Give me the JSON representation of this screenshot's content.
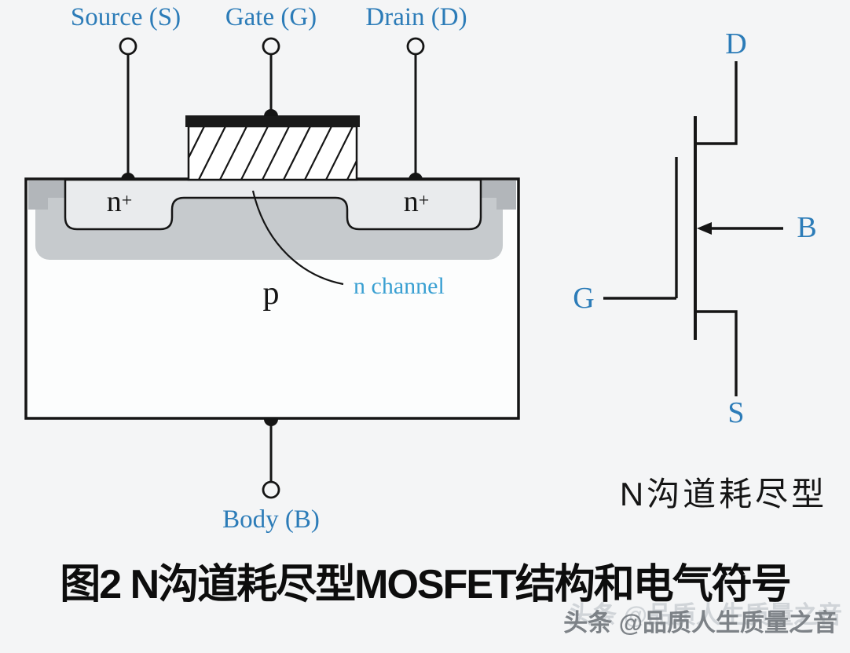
{
  "figure": {
    "caption": "图2 N沟道耗尽型MOSFET结构和电气符号",
    "watermark": "头条 @品质人生质量之音"
  },
  "cross_section": {
    "terminal_labels": {
      "source": "Source (S)",
      "gate": "Gate (G)",
      "drain": "Drain (D)",
      "body": "Body (B)"
    },
    "region_labels": {
      "nplus_base": "n",
      "nplus_sup": "+",
      "substrate": "p",
      "channel": "n channel"
    }
  },
  "symbol": {
    "drain": "D",
    "gate": "G",
    "body": "B",
    "source": "S",
    "caption": "N沟道耗尽型"
  },
  "colors": {
    "background": "#f4f5f6",
    "label_blue": "#2c7cb8",
    "channel_blue": "#3aa0d2",
    "ink": "#151515",
    "dark_gray": "#b2b6ba",
    "mid_gray": "#c6cacd",
    "light_region": "#e9ebed",
    "substrate_fill": "#fcfdfd",
    "watermark_gray": "#7d8287",
    "watermark_ghost": "#d0d4d8"
  }
}
